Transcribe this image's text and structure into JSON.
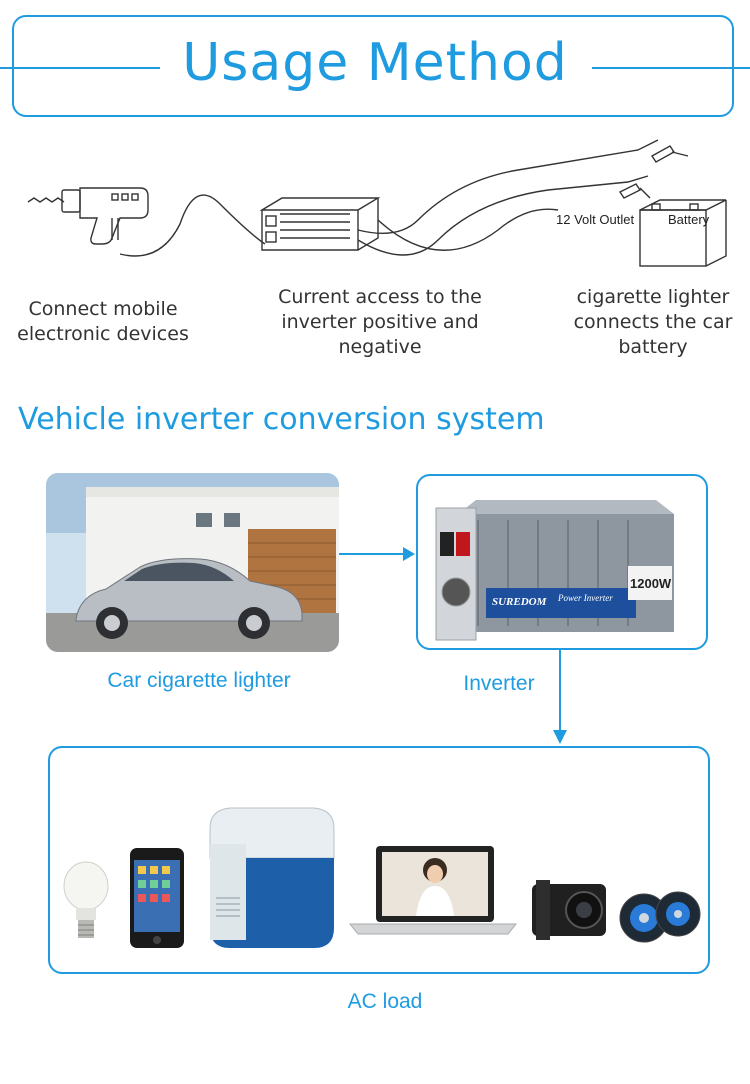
{
  "header": {
    "title": "Usage Method"
  },
  "diagram": {
    "outlet_label": "12 Volt Outlet",
    "battery_label": "Battery"
  },
  "steps": [
    {
      "text": "Connect mobile electronic devices"
    },
    {
      "text": "Current access to the inverter positive and negative"
    },
    {
      "text": "cigarette lighter connects the car battery"
    }
  ],
  "section": {
    "title": "Vehicle inverter conversion system"
  },
  "inverter_product": {
    "brand": "SUREDOM",
    "model_text": "Power Inverter",
    "power": "1200W"
  },
  "captions": {
    "car": "Car cigarette lighter",
    "inverter": "Inverter",
    "load": "AC load"
  },
  "colors": {
    "accent": "#1f9be0",
    "inverter_body": "#8e96a0",
    "fridge_blue": "#1d5fa8"
  }
}
